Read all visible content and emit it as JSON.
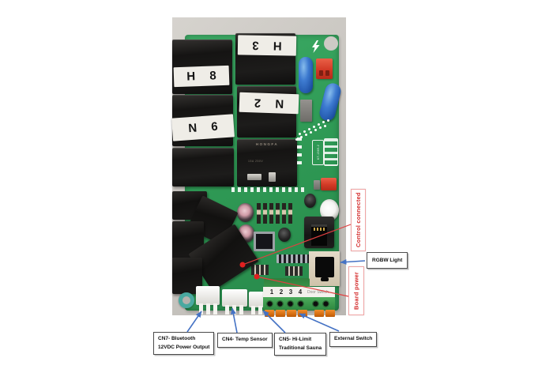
{
  "photo": {
    "tapes": [
      {
        "id": "H8",
        "text": "H 8"
      },
      {
        "id": "N6",
        "text": "N 6"
      },
      {
        "id": "H3",
        "text": "H 3"
      },
      {
        "id": "N2",
        "text": "N 2"
      }
    ],
    "relay_brand": "HONGFA",
    "relay_spec": "15A 250V",
    "silkscreen_part": "KT-1569-2",
    "terminal": {
      "numbers": [
        "1",
        "2",
        "3",
        "4"
      ],
      "door_switch": "Door Switch"
    }
  },
  "callouts": {
    "control_connected": {
      "label": "Control connected"
    },
    "board_power": {
      "label": "Board power"
    },
    "rgbw_light": {
      "label": "RGBW Light"
    },
    "cn7": {
      "line1": "CN7- Bluetooth",
      "line2": "12VDC Power Output"
    },
    "cn4": {
      "label": "CN4- Temp Sensor"
    },
    "cn5": {
      "line1": "CN5- Hi-Limit",
      "line2": "Traditional Sauna"
    },
    "external_switch": {
      "label": "External Switch"
    }
  },
  "colors": {
    "annotation_red": "#d42a2a",
    "arrow_blue": "#4472c4",
    "pcb_green": "#2f9a55",
    "photo_background": "#c9c6c1"
  }
}
